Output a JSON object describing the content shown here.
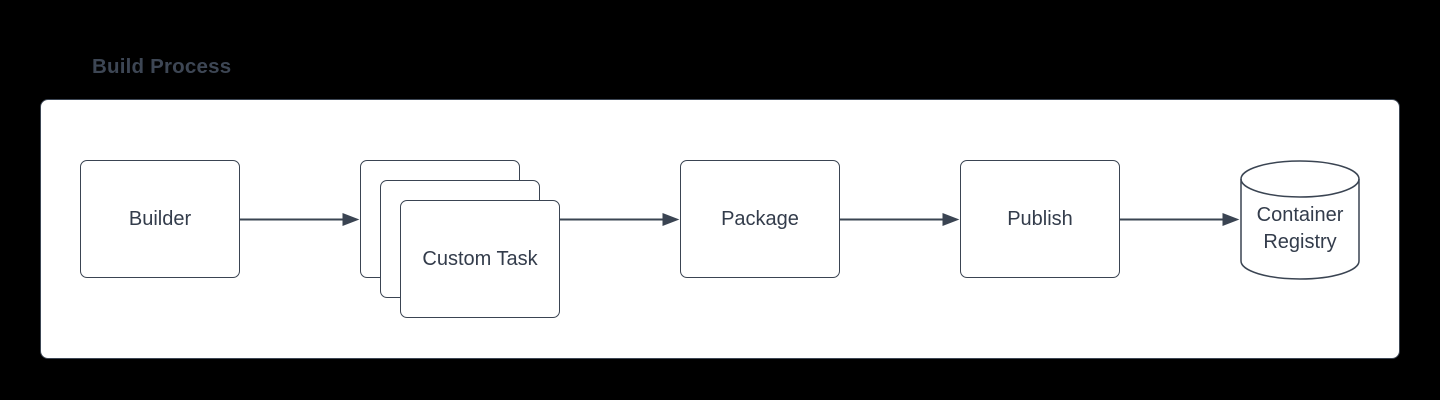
{
  "diagram": {
    "title": "Build Process",
    "container": {
      "label": "Build Process",
      "shape": "rounded-rectangle"
    },
    "nodes": [
      {
        "id": "builder",
        "label": "Builder",
        "shape": "rounded-rectangle"
      },
      {
        "id": "custom-task",
        "label": "Custom Task",
        "shape": "stacked-rectangles",
        "stack_count": 3
      },
      {
        "id": "package",
        "label": "Package",
        "shape": "rounded-rectangle"
      },
      {
        "id": "publish",
        "label": "Publish",
        "shape": "rounded-rectangle"
      },
      {
        "id": "container-registry",
        "label": "Container Registry",
        "shape": "cylinder"
      }
    ],
    "edges": [
      {
        "from": "builder",
        "to": "custom-task",
        "style": "solid-arrow"
      },
      {
        "from": "custom-task",
        "to": "package",
        "style": "solid-arrow"
      },
      {
        "from": "package",
        "to": "publish",
        "style": "solid-arrow"
      },
      {
        "from": "publish",
        "to": "container-registry",
        "style": "solid-arrow"
      }
    ],
    "colors": {
      "page_background": "#000000",
      "panel_background": "#ffffff",
      "node_border": "#3a4452",
      "edge": "#3a4452",
      "label_text": "#333c4b",
      "title_text": "#3d4654"
    }
  }
}
